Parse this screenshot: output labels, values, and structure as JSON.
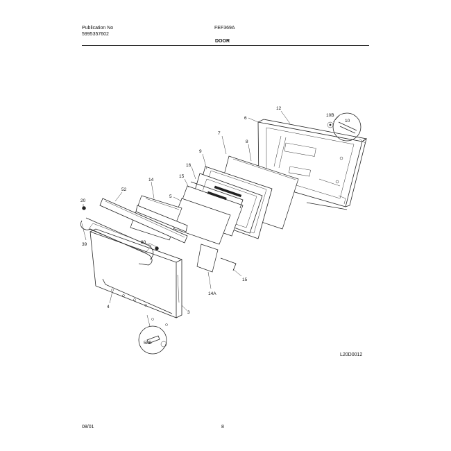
{
  "header": {
    "publication_label": "Publication No",
    "publication_number": "5995357602",
    "model": "FEF369A",
    "section_title": "DOOR"
  },
  "diagram": {
    "drawing_code": "L20D0012",
    "callouts": {
      "c6_top": "6",
      "c12": "12",
      "c10b": "10B",
      "c10": "10",
      "c7": "7",
      "c8": "8",
      "c9": "9",
      "c16": "16",
      "c15a": "15",
      "c5": "5",
      "c14": "14",
      "c52": "52",
      "c20": "20",
      "c39": "39",
      "c80": "80",
      "c15b": "15",
      "c14a": "14A",
      "c4": "4",
      "c3": "3",
      "c58b": "58B"
    }
  },
  "footer": {
    "date": "08/01",
    "page": "8"
  }
}
